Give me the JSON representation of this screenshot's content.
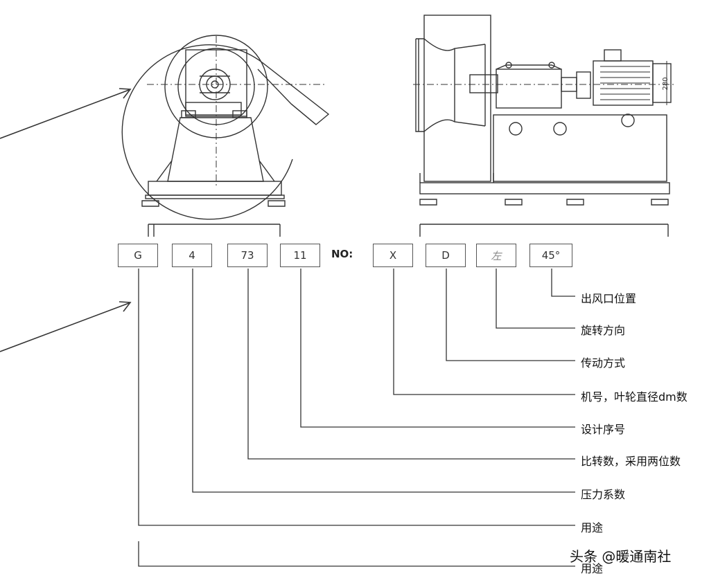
{
  "model_code": {
    "separator_label": "NO:",
    "boxes": [
      "G",
      "4",
      "73",
      "11",
      "X",
      "D",
      "左",
      "45°"
    ]
  },
  "meanings": [
    "出风口位置",
    "旋转方向",
    "传动方式",
    "机号，叶轮直径dm数",
    "设计序号",
    "比转数，采用两位数",
    "压力系数",
    "用途",
    "用途"
  ],
  "drawings": {
    "front_view": "fan-front-view",
    "side_view": "fan-side-view",
    "dimension_label": "280"
  },
  "watermark": "头条 @暖通南社"
}
